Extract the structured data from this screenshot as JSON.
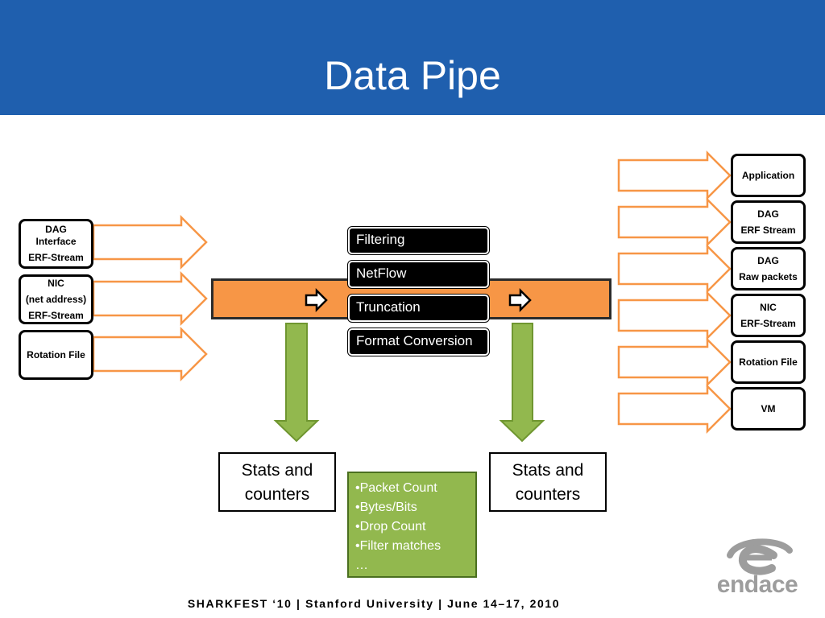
{
  "slide": {
    "title": "Data Pipe"
  },
  "sources": [
    {
      "lines": [
        "DAG",
        "Interface",
        "ERF-Stream"
      ]
    },
    {
      "lines": [
        "NIC",
        "(net address)",
        "ERF-Stream"
      ]
    },
    {
      "lines": [
        "Rotation File"
      ]
    }
  ],
  "operations": [
    "Filtering",
    "NetFlow",
    "Truncation",
    "Format Conversion"
  ],
  "destinations": [
    {
      "lines": [
        "Application"
      ]
    },
    {
      "lines": [
        "DAG",
        "ERF Stream"
      ]
    },
    {
      "lines": [
        "DAG",
        "Raw packets"
      ]
    },
    {
      "lines": [
        "NIC",
        "ERF-Stream"
      ]
    },
    {
      "lines": [
        "Rotation File"
      ]
    },
    {
      "lines": [
        "VM"
      ]
    }
  ],
  "stats_left": {
    "lines": [
      "Stats and",
      "counters"
    ]
  },
  "stats_right": {
    "lines": [
      "Stats and",
      "counters"
    ]
  },
  "counters": [
    "•Packet Count",
    "•Bytes/Bits",
    "•Drop Count",
    "•Filter matches",
    "…"
  ],
  "footer": "SHARKFEST ‘10  |  Stanford University  |  June 14–17, 2010",
  "logo": {
    "text": "endace",
    "icon": "endace-e-logo"
  },
  "colors": {
    "header": "#1f5fae",
    "pipe": "#f79646",
    "arrow_outline": "#f79646",
    "green": "#92b84e"
  }
}
